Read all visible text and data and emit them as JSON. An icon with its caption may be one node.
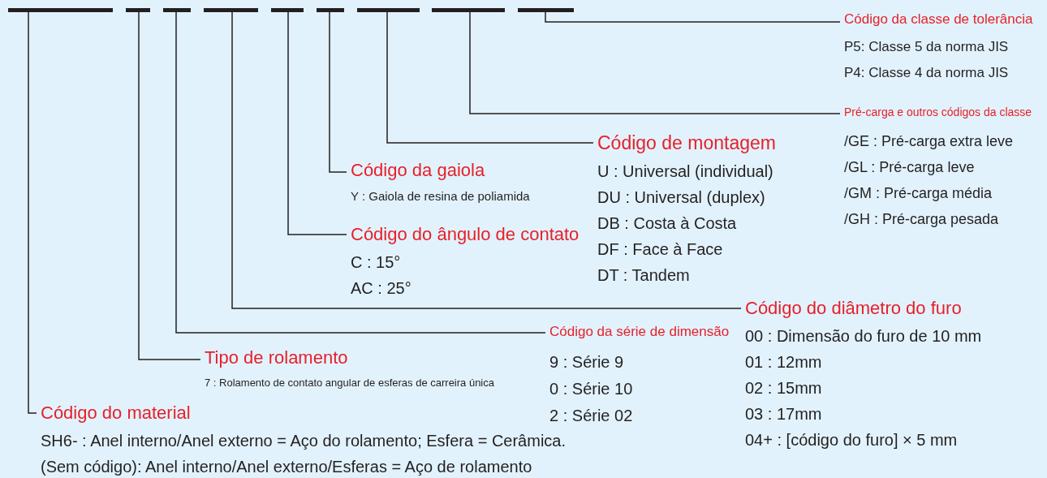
{
  "diagram": {
    "nodes": [
      {
        "text": [],
        "shape": "bar"
      },
      {
        "text": [],
        "shape": "bar"
      },
      {
        "text": [],
        "shape": "bar"
      },
      {
        "text": [],
        "shape": "bar"
      },
      {
        "text": [],
        "shape": "bar"
      },
      {
        "text": [],
        "shape": "bar"
      },
      {
        "text": [],
        "shape": "bar"
      },
      {
        "text": [],
        "shape": "bar"
      },
      {
        "text": [],
        "shape": "bar"
      },
      {
        "text": [
          "Código da classe de tolerância",
          "P5: Classe 5 da norma JIS",
          "P4: Classe 4 da norma JIS"
        ]
      },
      {
        "text": [
          "Pré-carga e outros códigos da classe",
          "/GE : Pré-carga extra leve",
          "/GL : Pré-carga leve",
          "/GM : Pré-carga média",
          "/GH : Pré-carga pesada"
        ]
      },
      {
        "text": [
          "Código de montagem",
          "U : Universal (individual)",
          "DU : Universal (duplex)",
          "DB : Costa à Costa",
          "DF : Face à Face",
          "DT : Tandem"
        ]
      },
      {
        "text": [
          "Código da gaiola",
          "Y : Gaiola de resina de poliamida"
        ]
      },
      {
        "text": [
          "Código do ângulo de contato",
          "C : 15°",
          "AC : 25°"
        ]
      },
      {
        "text": [
          "Código do diâmetro do furo",
          "00 : Dimensão do furo de 10 mm",
          "01 : 12mm",
          "02 : 15mm",
          "03 : 17mm",
          "04+ : [código do furo] × 5 mm"
        ]
      },
      {
        "text": [
          "Código da série de dimensão",
          "9 : Série 9",
          "0 : Série 10",
          "2 : Série 02"
        ]
      },
      {
        "text": [
          "Tipo de rolamento",
          "7 : Rolamento de contato angular de esferas de carreira única"
        ]
      },
      {
        "text": [
          "Código do material",
          "SH6- : Anel interno/Anel externo = Aço do rolamento; Esfera = Cerâmica.",
          "(Sem código): Anel interno/Anel externo/Esferas = Aço de rolamento"
        ]
      }
    ],
    "edges": [
      {
        "from": 8,
        "to": 9,
        "arrow": "none"
      },
      {
        "from": 7,
        "to": 10,
        "arrow": "none"
      },
      {
        "from": 6,
        "to": 11,
        "arrow": "none"
      },
      {
        "from": 5,
        "to": 12,
        "arrow": "none"
      },
      {
        "from": 4,
        "to": 13,
        "arrow": "none"
      },
      {
        "from": 3,
        "to": 14,
        "arrow": "none"
      },
      {
        "from": 2,
        "to": 15,
        "arrow": "none"
      },
      {
        "from": 1,
        "to": 16,
        "arrow": "none"
      },
      {
        "from": 0,
        "to": 17,
        "arrow": "none"
      }
    ]
  }
}
